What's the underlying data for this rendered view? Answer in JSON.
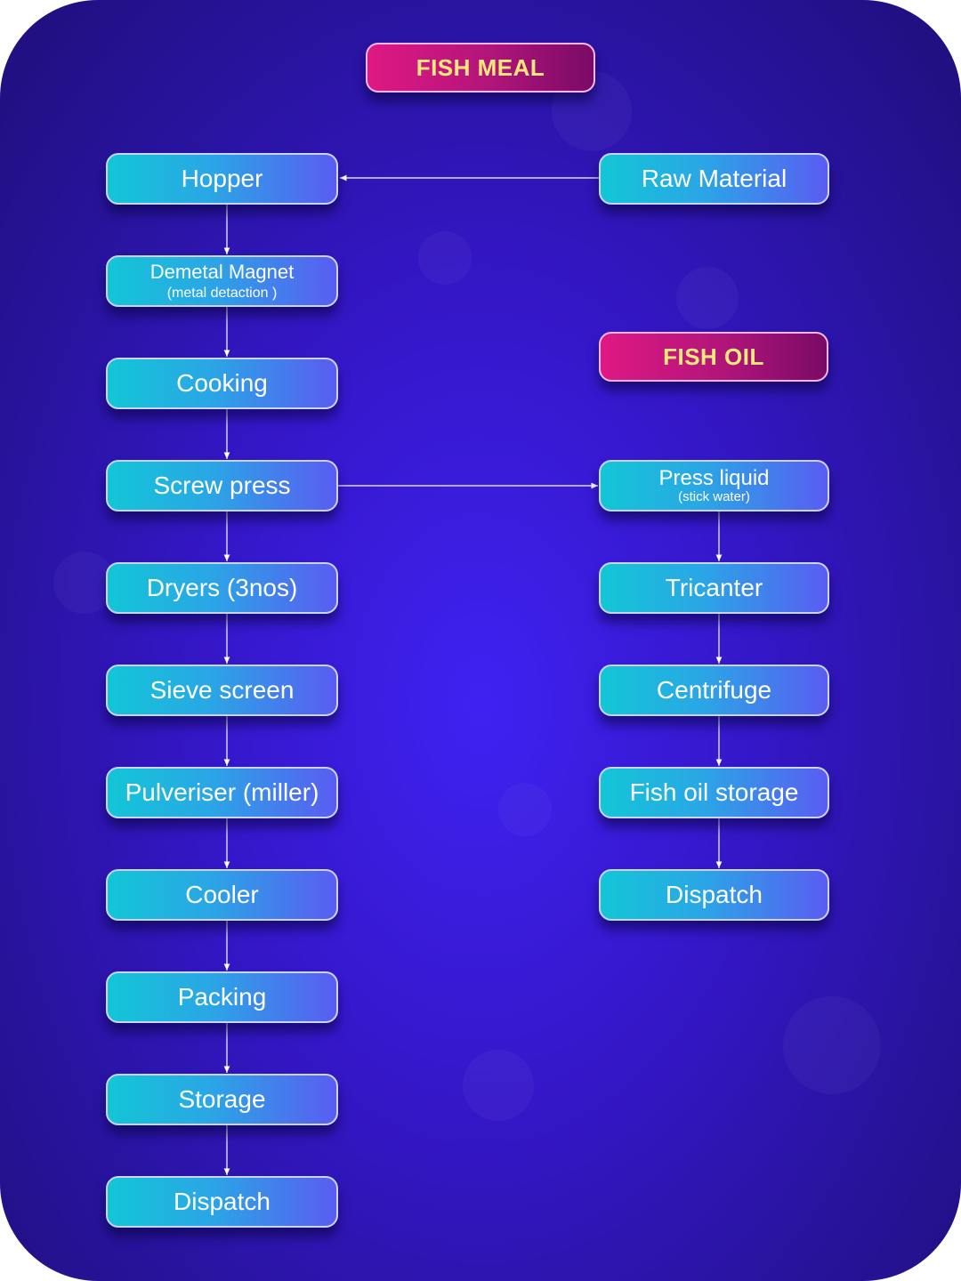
{
  "titles": {
    "fish_meal": "FISH MEAL",
    "fish_oil": "FISH OIL"
  },
  "fish_meal_steps": [
    {
      "label": "Hopper"
    },
    {
      "label": "Demetal Magnet",
      "sub": "(metal detaction )"
    },
    {
      "label": "Cooking"
    },
    {
      "label": "Screw press"
    },
    {
      "label": "Dryers (3nos)"
    },
    {
      "label": "Sieve screen"
    },
    {
      "label": "Pulveriser (miller)"
    },
    {
      "label": "Cooler"
    },
    {
      "label": "Packing"
    },
    {
      "label": "Storage"
    },
    {
      "label": "Dispatch"
    }
  ],
  "raw_material": "Raw Material",
  "fish_oil_steps": [
    {
      "label": "Press liquid",
      "sub": "(stick water)"
    },
    {
      "label": "Tricanter"
    },
    {
      "label": "Centrifuge"
    },
    {
      "label": "Fish oil storage"
    },
    {
      "label": "Dispatch"
    }
  ],
  "colors": {
    "background": "#3517c9",
    "node_gradient_start": "#12c6d6",
    "node_gradient_end": "#5a5cf2",
    "title_fill": "#c0157c",
    "title_text": "#ffe97a",
    "connector": "#ffffff"
  }
}
